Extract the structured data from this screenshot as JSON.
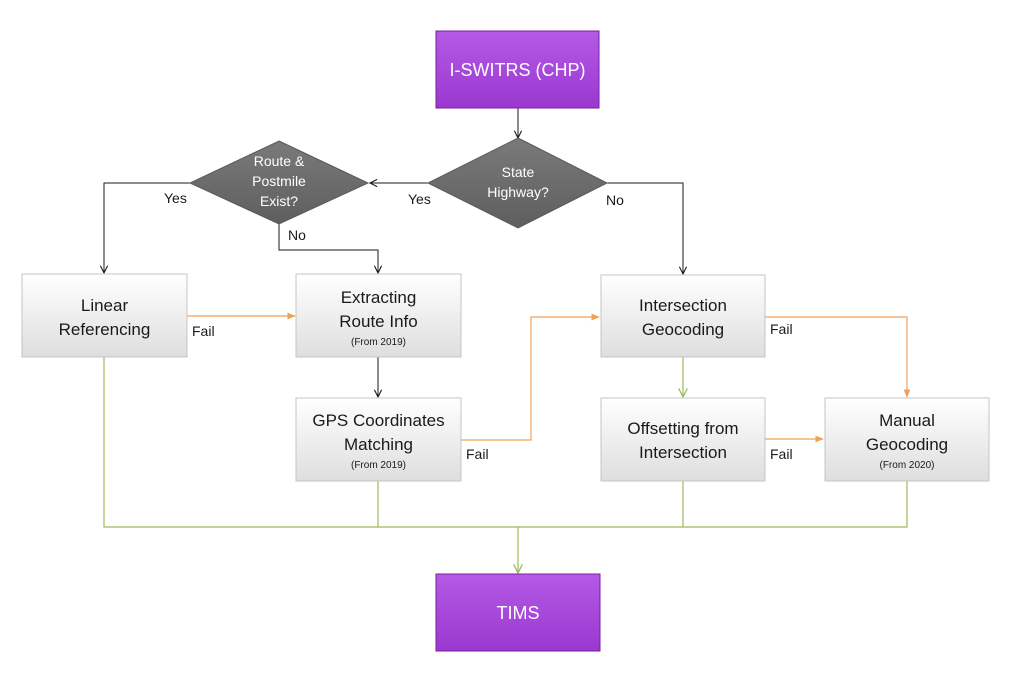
{
  "nodes": {
    "source": {
      "label": "I-SWITRS (CHP)"
    },
    "state_highway": {
      "line1": "State",
      "line2": "Highway?"
    },
    "route_postmile": {
      "line1": "Route &",
      "line2": "Postmile",
      "line3": "Exist?"
    },
    "linear_referencing": {
      "line1": "Linear",
      "line2": "Referencing"
    },
    "extracting_route": {
      "line1": "Extracting",
      "line2": "Route Info",
      "note": "(From 2019)"
    },
    "gps_matching": {
      "line1": "GPS Coordinates",
      "line2": "Matching",
      "note": "(From 2019)"
    },
    "intersection_geocoding": {
      "line1": "Intersection",
      "line2": "Geocoding"
    },
    "offsetting": {
      "line1": "Offsetting from",
      "line2": "Intersection"
    },
    "manual_geocoding": {
      "line1": "Manual",
      "line2": "Geocoding",
      "note": "(From 2020)"
    },
    "target": {
      "label": "TIMS"
    }
  },
  "edges": {
    "highway_yes": "Yes",
    "highway_no": "No",
    "postmile_yes": "Yes",
    "postmile_no": "No",
    "linear_fail": "Fail",
    "gps_fail": "Fail",
    "intersection_fail": "Fail",
    "offsetting_fail": "Fail"
  },
  "colors": {
    "purple_fill": "#a34fd8",
    "diamond_fill": "#6e6e6e",
    "process_fill": "#f2f2f2",
    "fail_line": "#f0a05a",
    "success_line": "#9bbb59",
    "flow_line": "#1a1a1a"
  }
}
